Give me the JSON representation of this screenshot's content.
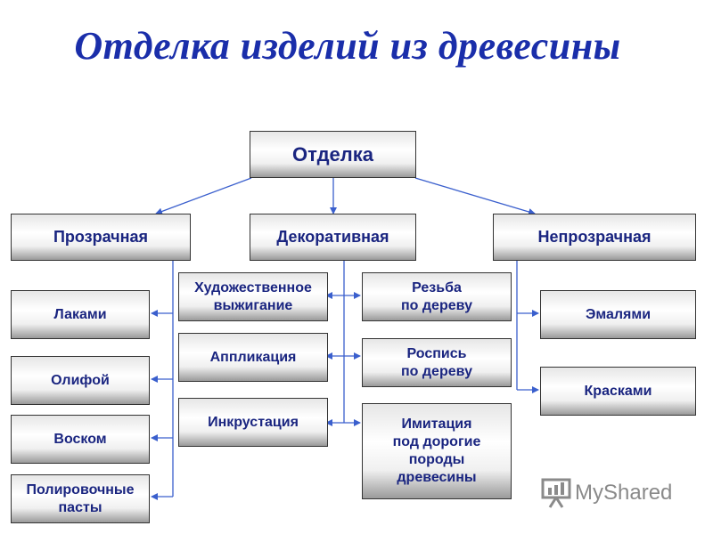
{
  "title": "Отделка изделий из древесины",
  "root": "Отделка",
  "categories": {
    "transparent": "Прозрачная",
    "decorative": "Декоративная",
    "opaque": "Непрозрачная"
  },
  "transparent_items": [
    "Лаками",
    "Олифой",
    "Воском",
    "Полировочные\nпасты"
  ],
  "decorative_left": [
    "Художественное\nвыжигание",
    "Аппликация",
    "Инкрустация"
  ],
  "decorative_right": [
    "Резьба\nпо дереву",
    "Роспись\nпо дереву",
    "Имитация\nпод дорогие\nпороды\nдревесины"
  ],
  "opaque_items": [
    "Эмалями",
    "Красками"
  ],
  "watermark": "MyShared",
  "colors": {
    "title": "#1a2eaa",
    "box_text": "#1a2580",
    "lines": "#3a5fcd"
  }
}
